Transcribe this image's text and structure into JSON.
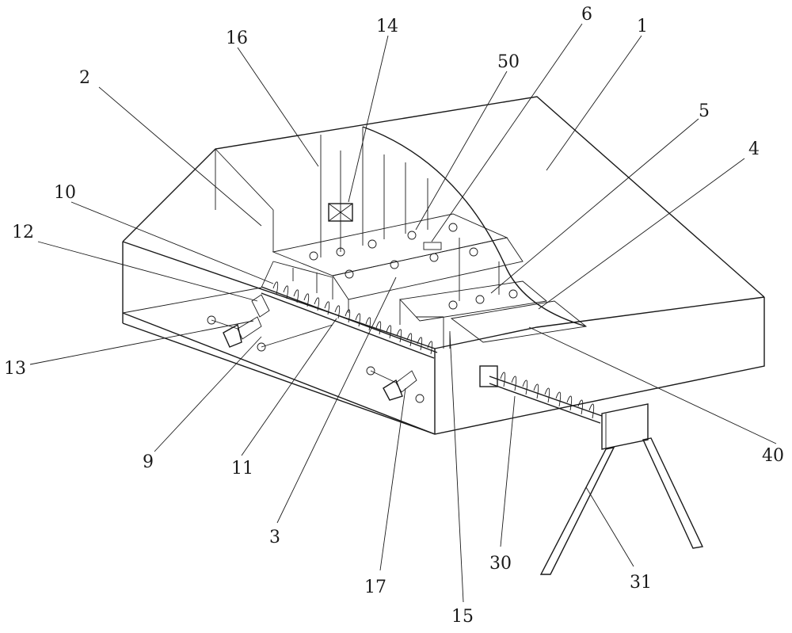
{
  "figure": {
    "labels": [
      {
        "key": "1",
        "text": "1"
      },
      {
        "key": "2",
        "text": "2"
      },
      {
        "key": "3",
        "text": "3"
      },
      {
        "key": "4",
        "text": "4"
      },
      {
        "key": "5",
        "text": "5"
      },
      {
        "key": "6",
        "text": "6"
      },
      {
        "key": "9",
        "text": "9"
      },
      {
        "key": "10",
        "text": "10"
      },
      {
        "key": "11",
        "text": "11"
      },
      {
        "key": "12",
        "text": "12"
      },
      {
        "key": "13",
        "text": "13"
      },
      {
        "key": "14",
        "text": "14"
      },
      {
        "key": "15",
        "text": "15"
      },
      {
        "key": "16",
        "text": "16"
      },
      {
        "key": "17",
        "text": "17"
      },
      {
        "key": "30",
        "text": "30"
      },
      {
        "key": "31",
        "text": "31"
      },
      {
        "key": "40",
        "text": "40"
      },
      {
        "key": "50",
        "text": "50"
      }
    ]
  }
}
